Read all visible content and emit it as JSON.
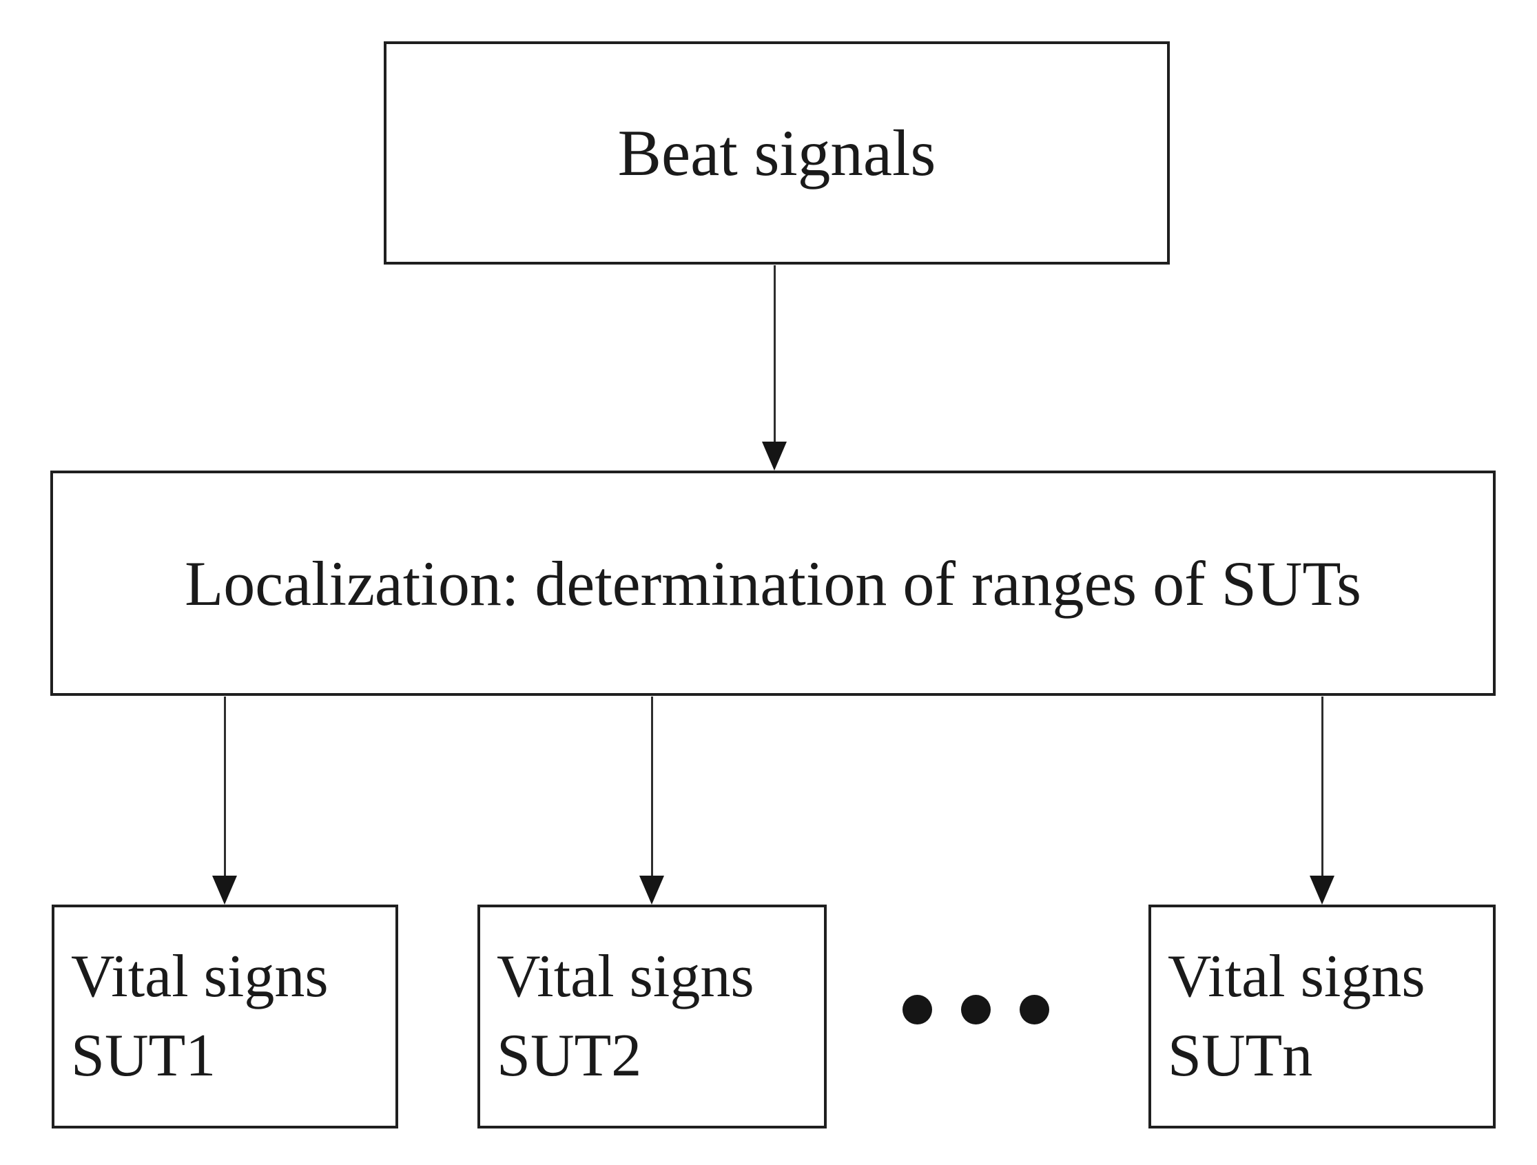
{
  "nodes": {
    "beat": {
      "label": "Beat signals"
    },
    "localization": {
      "label": "Localization: determination of ranges of SUTs"
    },
    "bottom": [
      {
        "line1": "Vital signs",
        "line2": "SUT1"
      },
      {
        "line1": "Vital signs",
        "line2": "SUT2"
      },
      {
        "line1": "Vital signs",
        "line2": "SUTn"
      }
    ]
  },
  "ellipsis": {
    "dot_count": 3
  },
  "colors": {
    "stroke": "#1f1f1f",
    "line": "#2e2e2e",
    "arrow": "#151515",
    "text": "#1a1a1a",
    "background": "#ffffff"
  }
}
